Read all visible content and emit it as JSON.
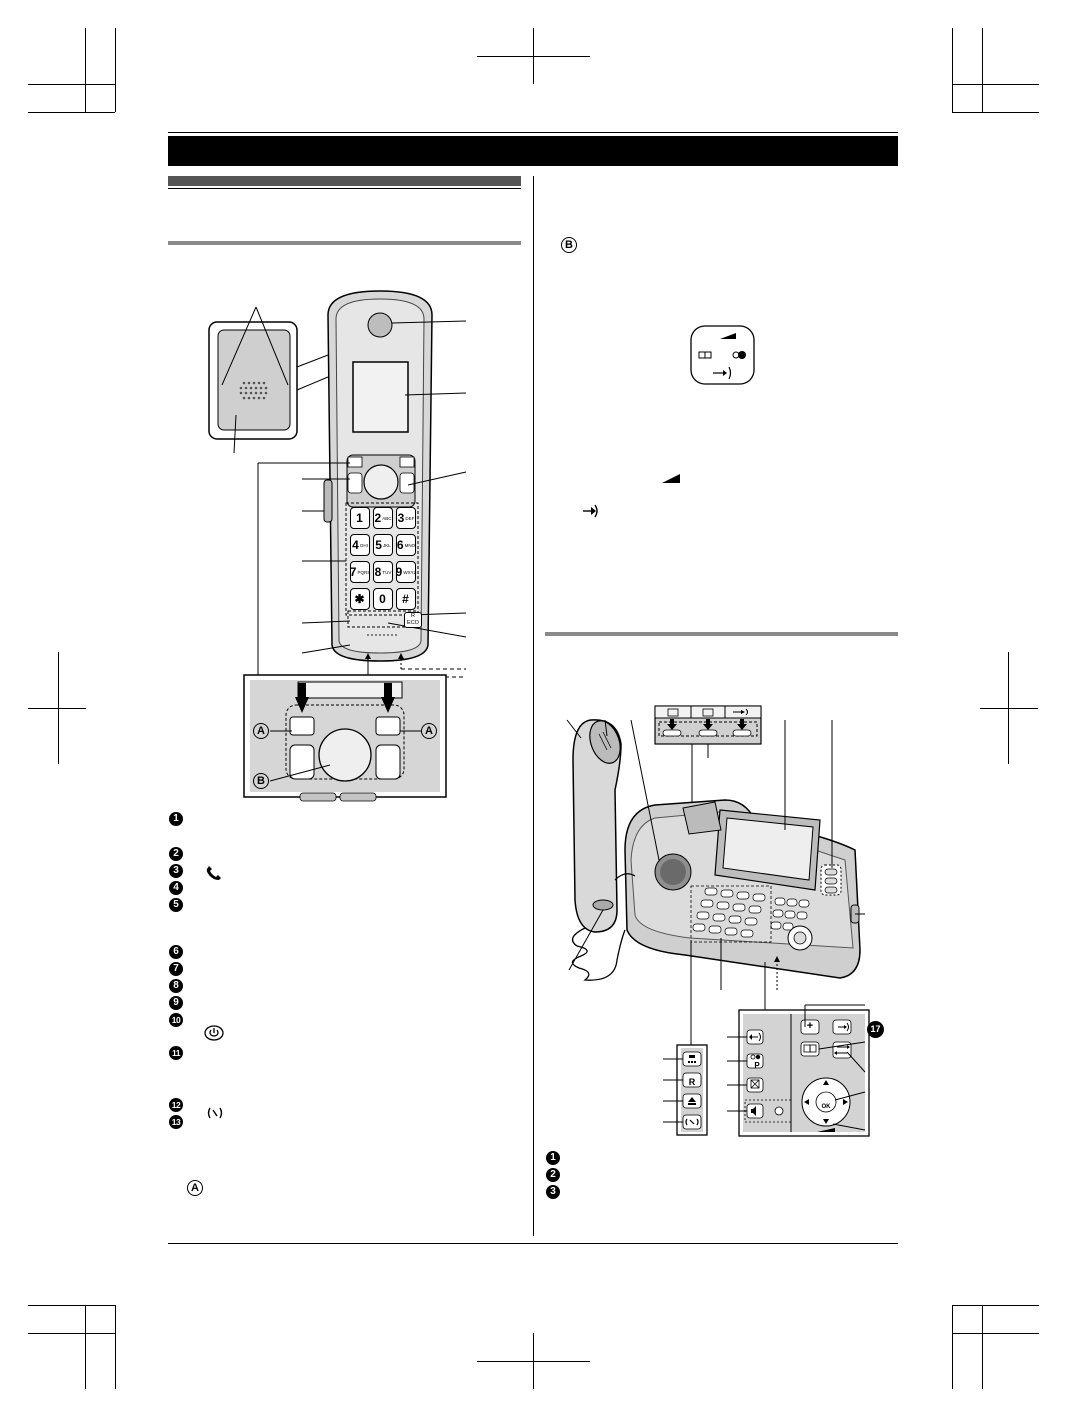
{
  "figure_labels": {
    "callout_a": "A",
    "callout_b": "B",
    "callout_17": "17"
  },
  "keypad": {
    "keys": [
      {
        "main": "1",
        "sub": ""
      },
      {
        "main": "2",
        "sub": "ABC"
      },
      {
        "main": "3",
        "sub": "DEF"
      },
      {
        "main": "4",
        "sub": "GHI"
      },
      {
        "main": "5",
        "sub": "JKL"
      },
      {
        "main": "6",
        "sub": "MNO"
      },
      {
        "main": "7",
        "sub": "PQRS"
      },
      {
        "main": "8",
        "sub": "TUV"
      },
      {
        "main": "9",
        "sub": "WXYZ"
      },
      {
        "main": "✱",
        "sub": ""
      },
      {
        "main": "0",
        "sub": ""
      },
      {
        "main": "#",
        "sub": ""
      }
    ],
    "recall_key": "R",
    "eco_key": "ECO"
  },
  "base_panel": {
    "ok_label": "OK",
    "r_label": "R",
    "p_label": "P",
    "plus_label": "+"
  },
  "handset_legend": [
    "1",
    "2",
    "3",
    "4",
    "5",
    "6",
    "7",
    "8",
    "9",
    "10",
    "11",
    "12",
    "13"
  ],
  "base_legend": [
    "1",
    "2",
    "3"
  ]
}
